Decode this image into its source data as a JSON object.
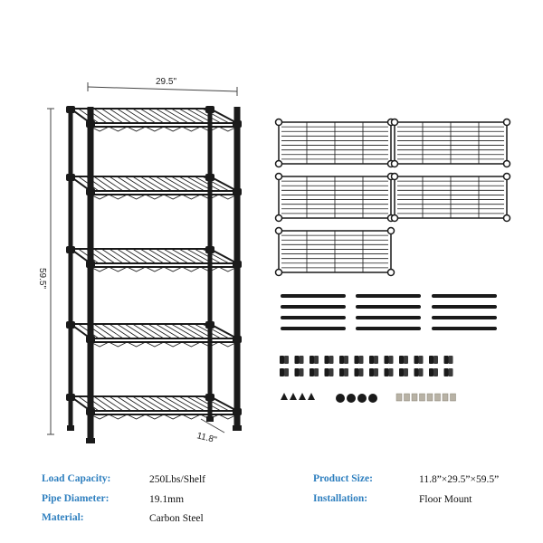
{
  "product": {
    "dimensions": {
      "width_label": "29.5\"",
      "height_label": "59.5\"",
      "depth_label": "11.8\""
    },
    "parts": {
      "shelf_panels": 5,
      "pole_rows": 4,
      "pole_columns": 3,
      "clip_rows": 2,
      "clips_per_row": 12,
      "feet": 4,
      "caps": 4,
      "connectors": 8
    }
  },
  "specs": {
    "load_capacity": {
      "label": "Load Capacity:",
      "value": "250Lbs/Shelf"
    },
    "pipe_diameter": {
      "label": "Pipe Diameter:",
      "value": "19.1mm"
    },
    "material": {
      "label": "Material:",
      "value": "Carbon Steel"
    },
    "product_size": {
      "label": "Product Size:",
      "value": "11.8”×29.5”×59.5”"
    },
    "installation": {
      "label": "Installation:",
      "value": "Floor Mount"
    }
  },
  "colors": {
    "metal": "#1a1a1a",
    "spec_label": "#2e7fbf"
  }
}
